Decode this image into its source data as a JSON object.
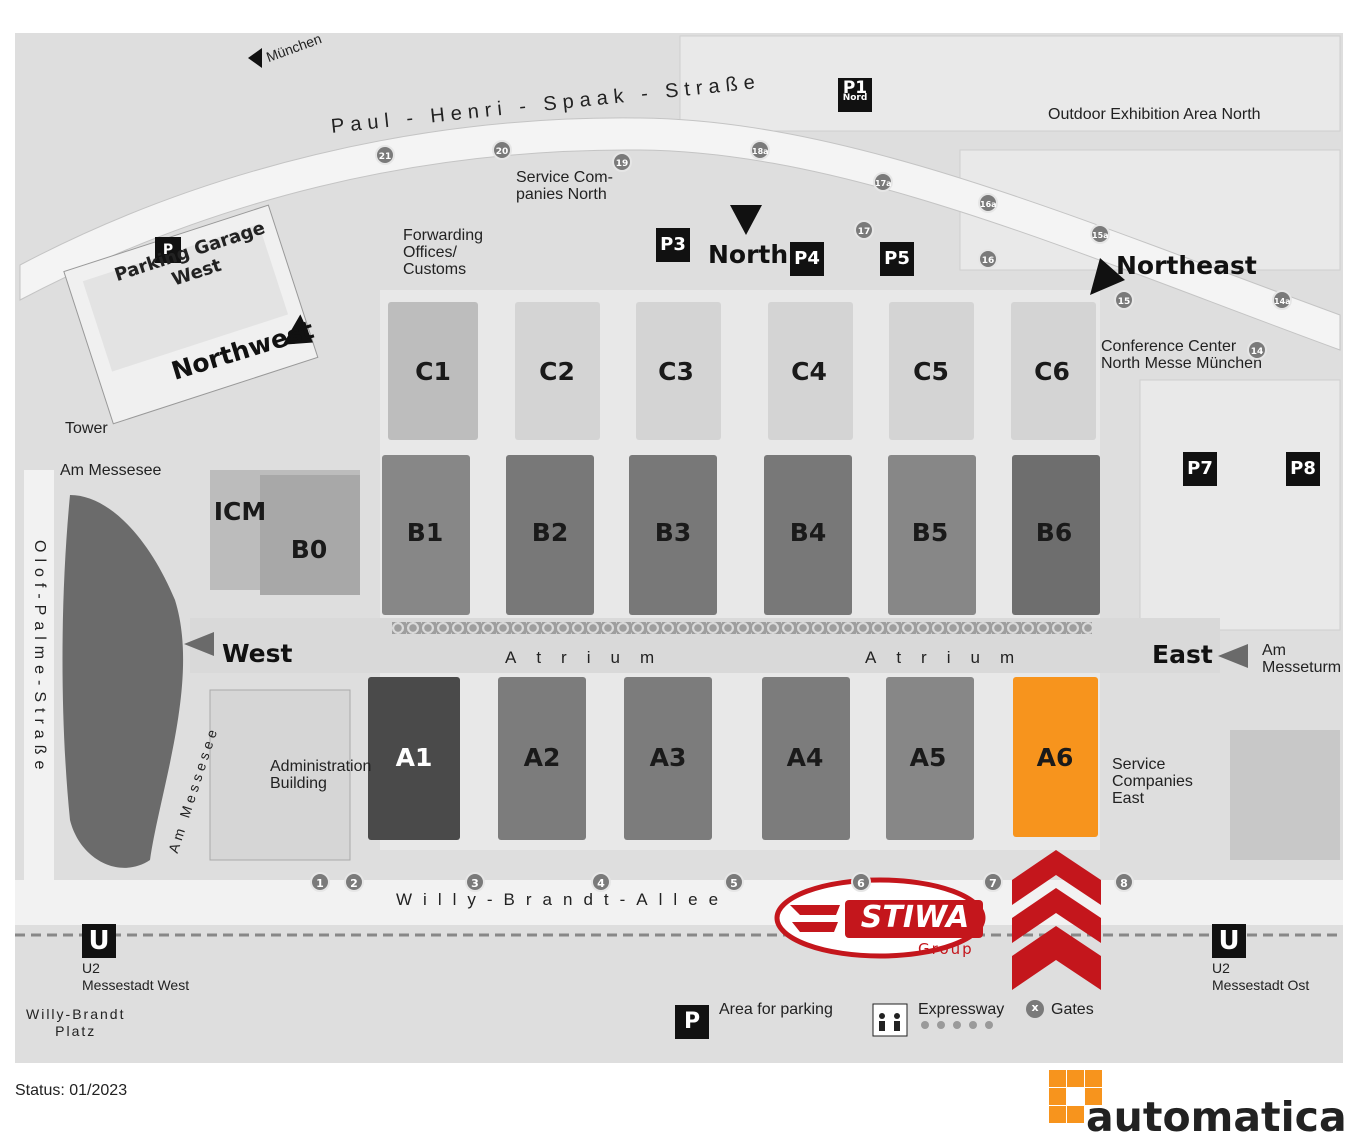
{
  "halls": {
    "C1": "C1",
    "C2": "C2",
    "C3": "C3",
    "C4": "C4",
    "C5": "C5",
    "C6": "C6",
    "B0": "B0",
    "B1": "B1",
    "B2": "B2",
    "B3": "B3",
    "B4": "B4",
    "B5": "B5",
    "B6": "B6",
    "A1": "A1",
    "A2": "A2",
    "A3": "A3",
    "A4": "A4",
    "A5": "A5",
    "A6": "A6",
    "ICM": "ICM"
  },
  "highlight_color": "#f7941d",
  "entrances": {
    "west": "West",
    "east": "East",
    "north": "North",
    "northeast": "Northeast",
    "northwest": "Northwest"
  },
  "parking": {
    "p1": "P1",
    "p1_sub": "Nord",
    "p3": "P3",
    "p4": "P4",
    "p5": "P5",
    "p7": "P7",
    "p8": "P8",
    "garage": "Parking Garage\nWest"
  },
  "streets": {
    "spaak": "Paul - Henri - Spaak - Straße",
    "brandt": "Willy-Brandt-Allee",
    "palme": "Olof-Palme-Straße",
    "messesee": "Am Messesee",
    "muenchen": "München",
    "atrium": "Atrium"
  },
  "labels": {
    "service_north": "Service Com-\npanies North",
    "forwarding": "Forwarding\nOffices/\nCustoms",
    "outdoor": "Outdoor Exhibition Area North",
    "conference": "Conference Center\nNorth Messe München",
    "tower": "Tower",
    "am_messesee": "Am Messesee",
    "admin": "Administration\nBuilding",
    "service_east": "Service\nCompanies\nEast",
    "am_messeturm": "Am\nMesseturm",
    "u_west": "U2\nMessestadt West",
    "u_east": "U2\nMessestadt Ost",
    "brandt_platz": "Willy-Brandt\nPlatz",
    "u": "U"
  },
  "gates": [
    "1",
    "2",
    "3",
    "4",
    "5",
    "6",
    "7",
    "8",
    "14",
    "14a",
    "15",
    "15a",
    "16",
    "16a",
    "17",
    "17a",
    "18a",
    "19",
    "20",
    "21"
  ],
  "legend": {
    "p": "P",
    "parking": "Area for parking",
    "expressway": "Expressway",
    "gates": "Gates",
    "gate_icon": "x"
  },
  "status": "Status: 01/2023",
  "logos": {
    "stiwa": "STIWA",
    "stiwa_sub": "Group",
    "automatica": "automatica"
  }
}
